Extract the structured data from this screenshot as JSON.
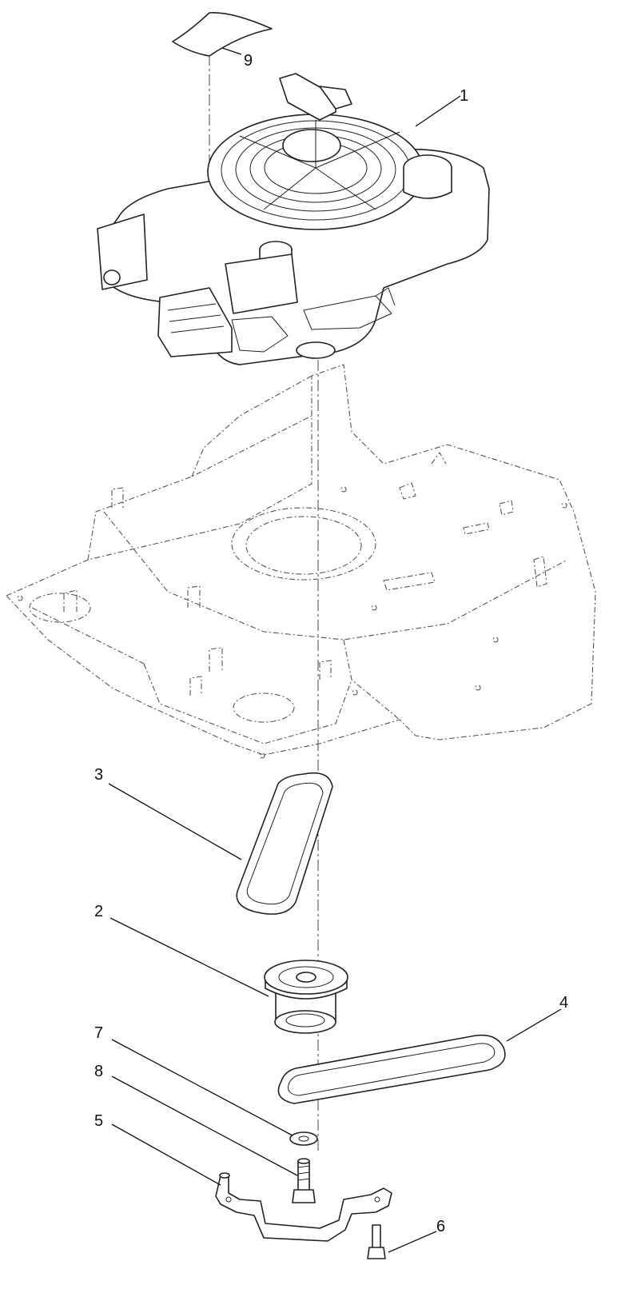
{
  "diagram": {
    "type": "exploded-parts-diagram",
    "callouts": [
      {
        "id": "c1",
        "label": "1",
        "part": "engine"
      },
      {
        "id": "c2",
        "label": "2",
        "part": "pulley"
      },
      {
        "id": "c3",
        "label": "3",
        "part": "belt-loop-upper"
      },
      {
        "id": "c4",
        "label": "4",
        "part": "belt-lower"
      },
      {
        "id": "c5",
        "label": "5",
        "part": "belt-guide-bracket"
      },
      {
        "id": "c6",
        "label": "6",
        "part": "bolt-small"
      },
      {
        "id": "c7",
        "label": "7",
        "part": "washer"
      },
      {
        "id": "c8",
        "label": "8",
        "part": "bolt"
      },
      {
        "id": "c9",
        "label": "9",
        "part": "decal"
      }
    ]
  }
}
